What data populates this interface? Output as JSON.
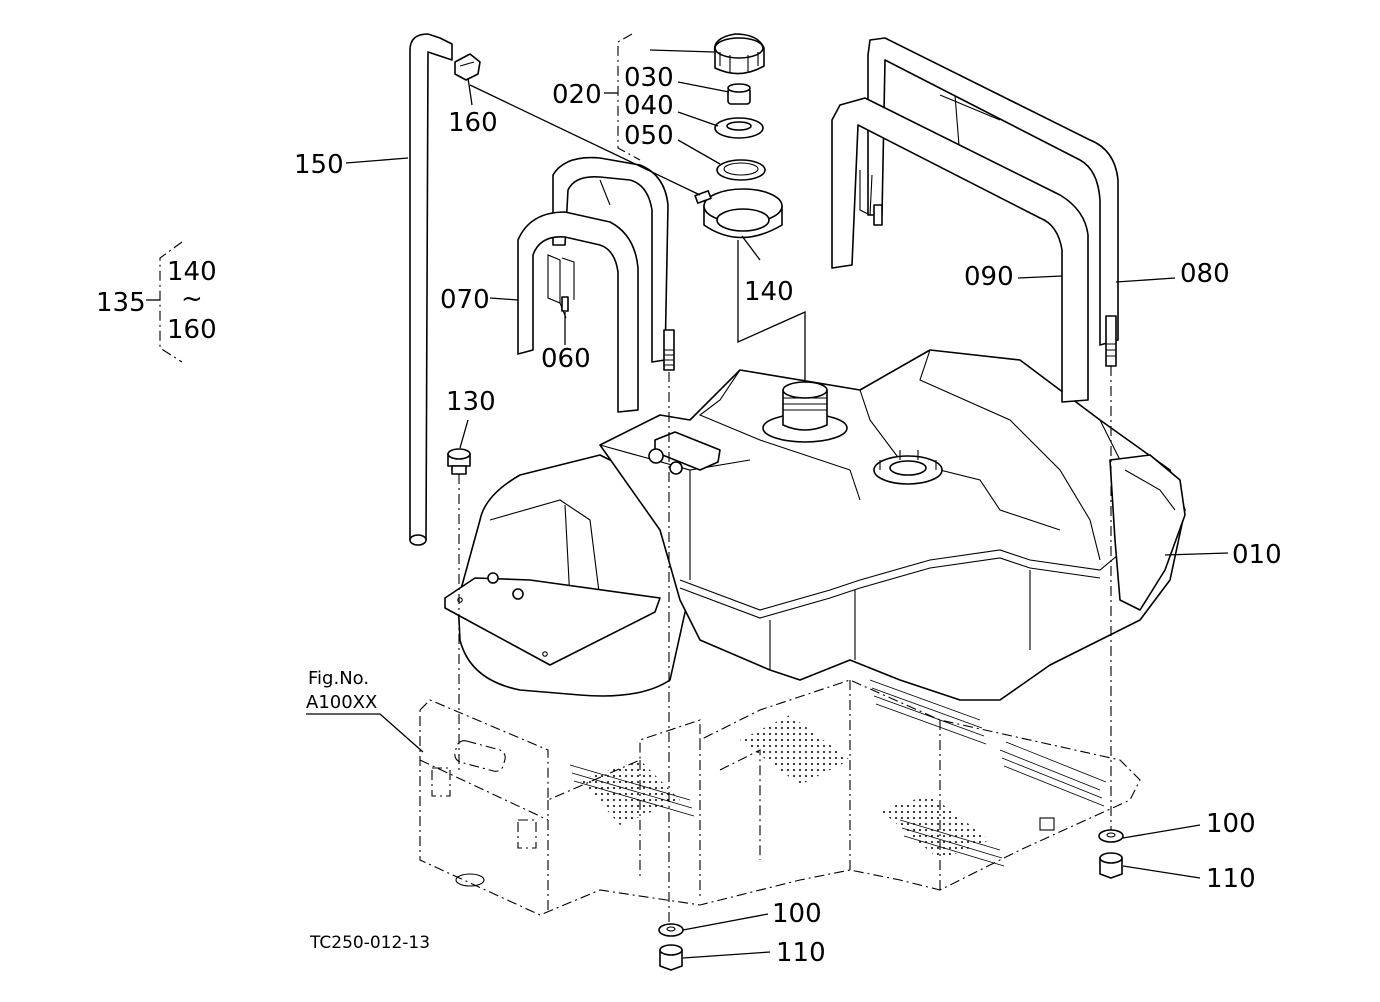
{
  "labels": {
    "p010": "010",
    "p020": "020",
    "p030": "030",
    "p040": "040",
    "p050": "050",
    "p060": "060",
    "p070": "070",
    "p080": "080",
    "p090": "090",
    "p100a": "100",
    "p100b": "100",
    "p110a": "110",
    "p110b": "110",
    "p130": "130",
    "p135": "135",
    "p140a": "140",
    "p140b": "140",
    "p150": "150",
    "p160a": "160",
    "p160b": "160",
    "range_sep": "~"
  },
  "reference": {
    "fig_line1": "Fig.No.",
    "fig_line2": "A100XX"
  },
  "drawing_code": "TC250-012-13"
}
